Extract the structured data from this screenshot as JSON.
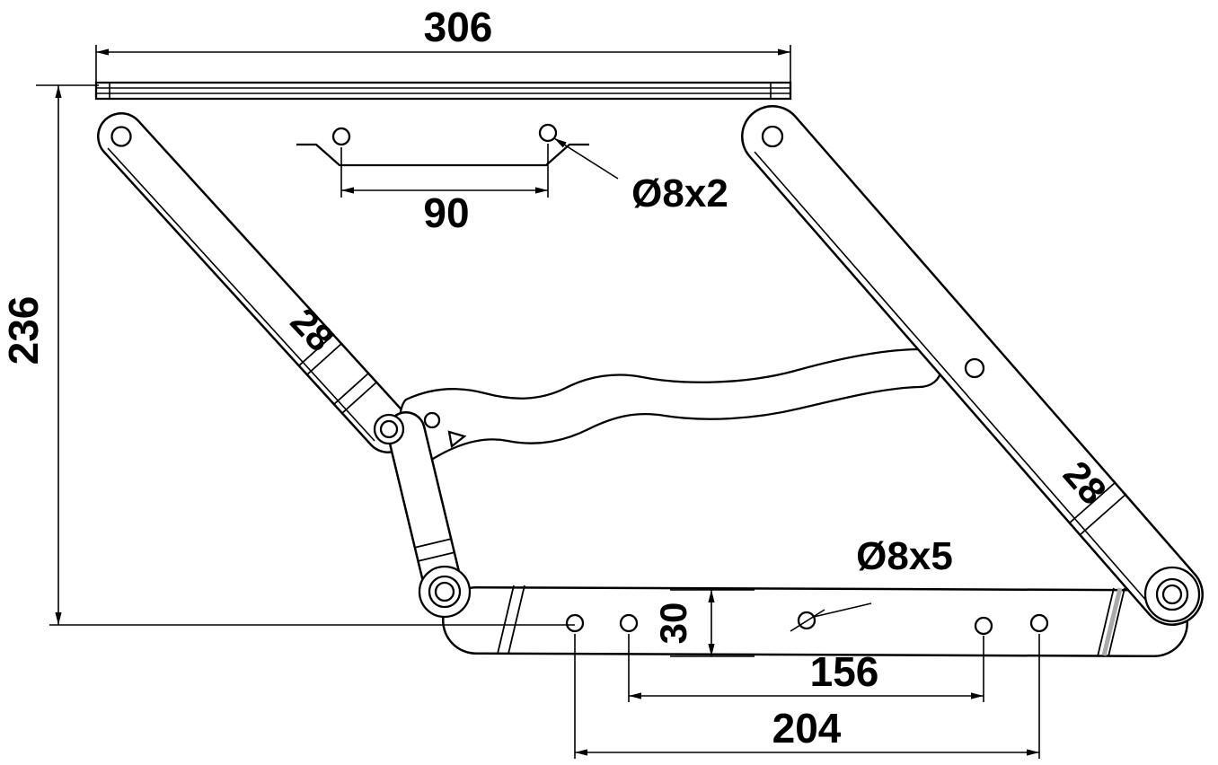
{
  "drawing": {
    "description": "Dimensioned technical drawing of a folding bracket linkage mechanism",
    "background_color": "#ffffff",
    "line_color": "#000000",
    "labels": {
      "width_top": "306",
      "height_left": "236",
      "top_hole_pitch": "90",
      "top_holes_spec": "Ø8x2",
      "arm_left_width": "28",
      "arm_right_width": "28",
      "bottom_holes_spec": "Ø8x5",
      "bracket_width": "30",
      "bottom_hole_pitch_inner": "156",
      "bottom_hole_pitch_outer": "204"
    }
  }
}
